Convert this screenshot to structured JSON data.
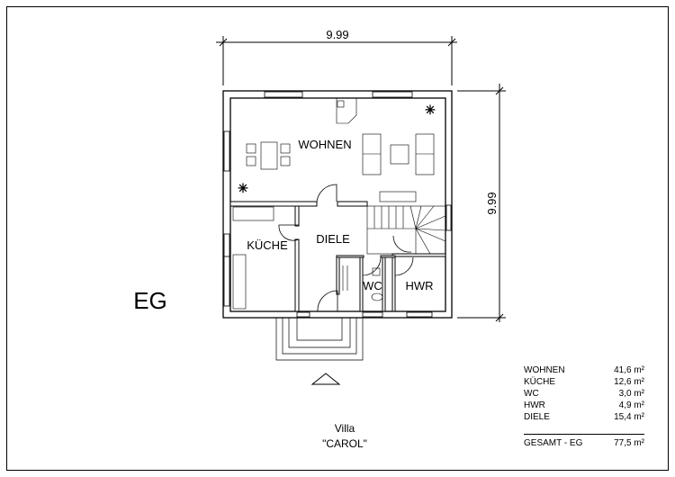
{
  "dimensions": {
    "width_label": "9.99",
    "depth_label": "9.99"
  },
  "floor_label": "EG",
  "rooms": {
    "wohnen": "WOHNEN",
    "kueche": "KÜCHE",
    "diele": "DIELE",
    "wc": "WC",
    "hwr": "HWR"
  },
  "title": {
    "line1": "Villa",
    "line2": "\"CAROL\""
  },
  "area_table": {
    "rows": [
      {
        "name": "WOHNEN",
        "area": "41,6 m²"
      },
      {
        "name": "KÜCHE",
        "area": "12,6 m²"
      },
      {
        "name": "WC",
        "area": "3,0 m²"
      },
      {
        "name": "HWR",
        "area": "4,9 m²"
      },
      {
        "name": "DIELE",
        "area": "15,4 m²"
      }
    ],
    "total": {
      "name": "GESAMT - EG",
      "area": "77,5 m²"
    }
  }
}
